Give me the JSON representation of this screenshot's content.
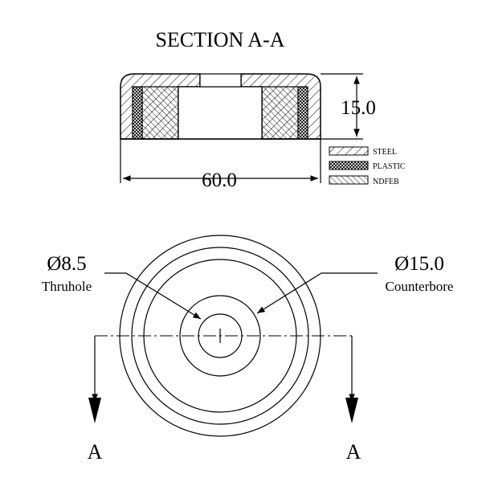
{
  "section": {
    "title": "SECTION A-A",
    "height_label": "15.0",
    "width_label": "60.0"
  },
  "legend": [
    {
      "label": "STEEL",
      "pattern": "steel"
    },
    {
      "label": "PLASTIC",
      "pattern": "plastic"
    },
    {
      "label": "NDFEB",
      "pattern": "ndfeb"
    }
  ],
  "plan": {
    "thruhole": {
      "diameter": "Ø8.5",
      "name": "Thruhole"
    },
    "counterbore": {
      "diameter": "Ø15.0",
      "name": "Counterbore"
    },
    "section_marks": {
      "left": "A",
      "right": "A"
    }
  },
  "colors": {
    "ink": "#000000",
    "paper": "#ffffff"
  }
}
